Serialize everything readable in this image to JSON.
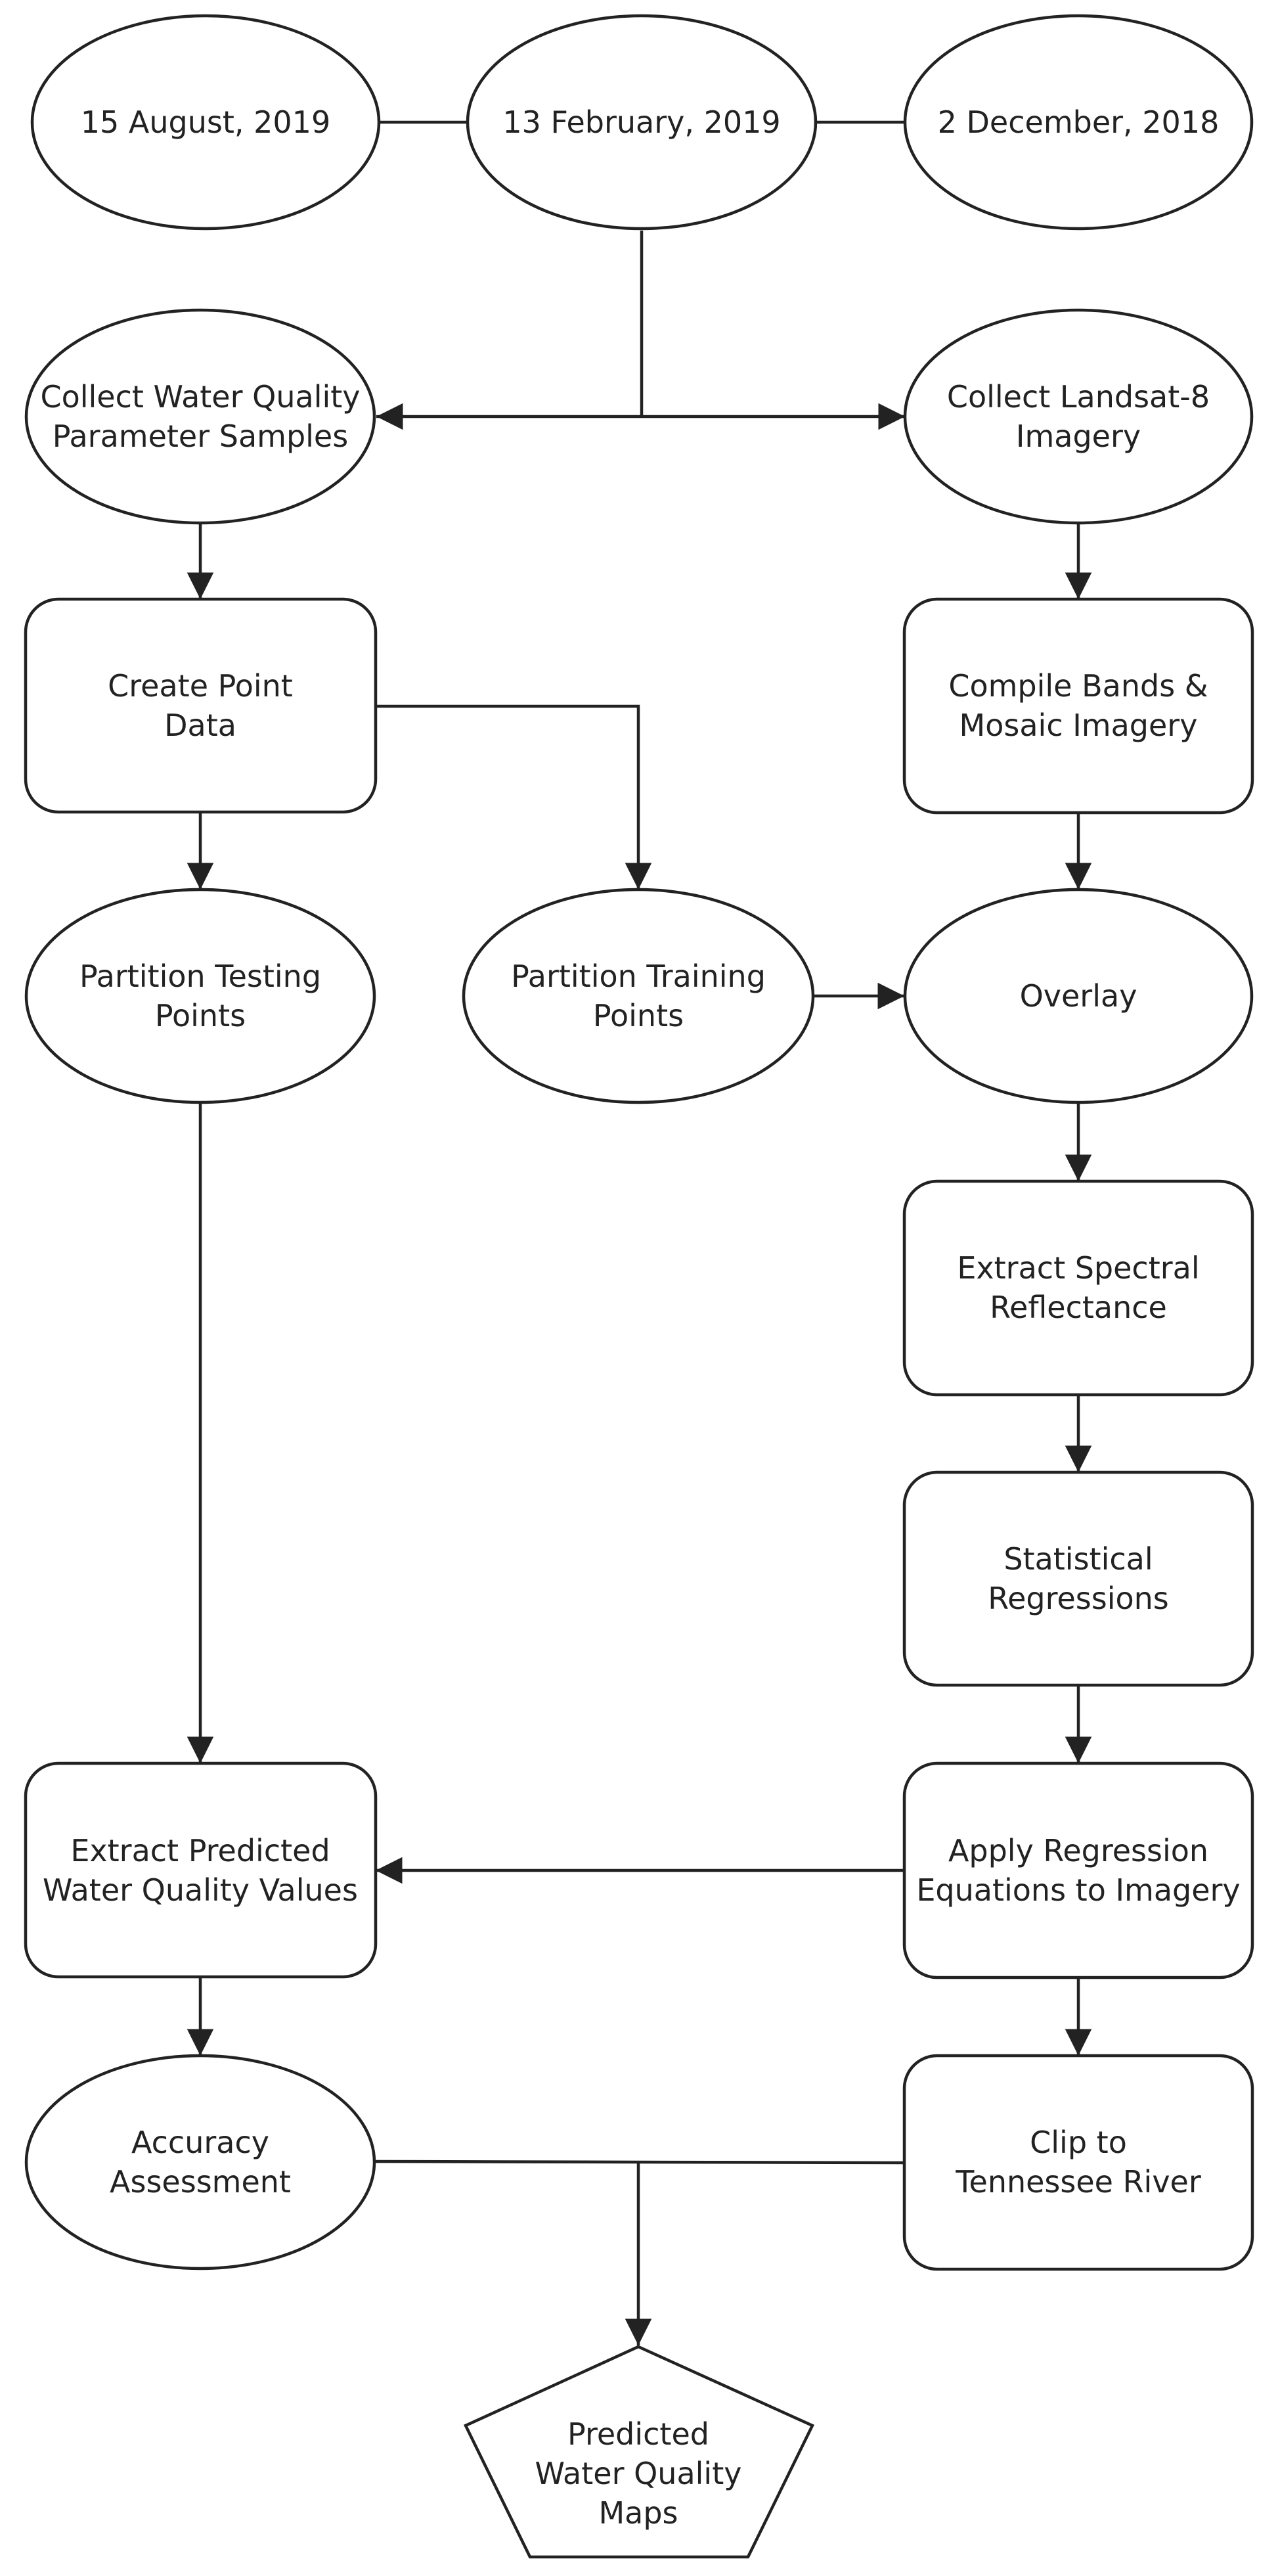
{
  "nodes": {
    "date_aug": {
      "lines": [
        "15 August, 2019"
      ]
    },
    "date_feb": {
      "lines": [
        "13 February, 2019"
      ]
    },
    "date_dec": {
      "lines": [
        "2 December, 2018"
      ]
    },
    "collect_wq": {
      "lines": [
        "Collect Water Quality",
        "Parameter Samples"
      ]
    },
    "collect_landsat": {
      "lines": [
        "Collect Landsat-8",
        "Imagery"
      ]
    },
    "create_point": {
      "lines": [
        "Create Point",
        "Data"
      ]
    },
    "compile_bands": {
      "lines": [
        "Compile Bands &",
        "Mosaic Imagery"
      ]
    },
    "partition_testing": {
      "lines": [
        "Partition Testing",
        "Points"
      ]
    },
    "partition_training": {
      "lines": [
        "Partition Training",
        "Points"
      ]
    },
    "overlay": {
      "lines": [
        "Overlay"
      ]
    },
    "extract_spectral": {
      "lines": [
        "Extract Spectral",
        "Reflectance"
      ]
    },
    "stat_regressions": {
      "lines": [
        "Statistical",
        "Regressions"
      ]
    },
    "extract_predicted": {
      "lines": [
        "Extract Predicted",
        "Water Quality Values"
      ]
    },
    "apply_regression": {
      "lines": [
        "Apply Regression",
        "Equations to Imagery"
      ]
    },
    "accuracy": {
      "lines": [
        "Accuracy",
        "Assessment"
      ]
    },
    "clip": {
      "lines": [
        "Clip to",
        "Tennessee River"
      ]
    },
    "predicted_maps": {
      "lines": [
        "Predicted",
        "Water Quality",
        "Maps"
      ]
    }
  },
  "colors": {
    "stroke": "#222222",
    "fill": "#ffffff",
    "text": "#222222"
  }
}
